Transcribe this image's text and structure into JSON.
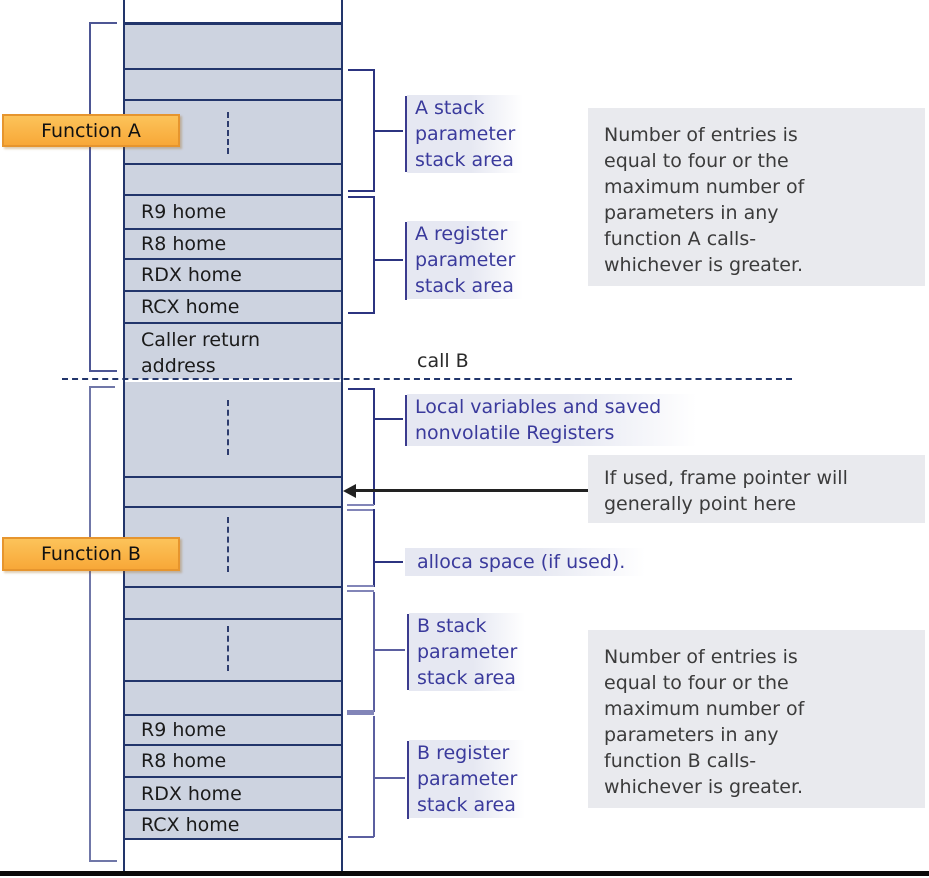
{
  "stack": {
    "register_rows": {
      "r9": "R9 home",
      "r8": "R8 home",
      "rdx": "RDX home",
      "rcx": "RCX home"
    },
    "caller_return_lines": [
      "Caller return",
      "address"
    ]
  },
  "function_labels": {
    "a": "Function A",
    "b": "Function B"
  },
  "call_label": "call B",
  "annotations": {
    "a_stack_area": [
      "A stack",
      "parameter",
      "stack area"
    ],
    "a_register_area": [
      "A register",
      "parameter",
      "stack area"
    ],
    "local_vars": [
      "Local variables and saved",
      "nonvolatile Registers"
    ],
    "alloca": "alloca space (if used).",
    "b_stack_area": [
      "B stack",
      "parameter",
      "stack area"
    ],
    "b_register_area": [
      "B register",
      "parameter",
      "stack area"
    ]
  },
  "notes": {
    "entries_a": [
      "Number of entries is",
      "equal to four or the",
      "maximum number of",
      "parameters in any",
      "function A calls-",
      "whichever is greater."
    ],
    "frame_pointer": [
      "If used, frame pointer will",
      "generally point here"
    ],
    "entries_b": [
      "Number of entries is",
      "equal to four or the",
      "maximum number of",
      "parameters in any",
      "function B calls-",
      "whichever is greater."
    ]
  },
  "colors": {
    "cell_fill": "#cdd3e0",
    "cell_border": "#22356b",
    "label_text": "#3a3a9c",
    "note_bg": "#e9eaee",
    "note_text": "#3b3b3b",
    "function_fill": "#fbb845",
    "function_border": "#e6952e",
    "bracket_navy": "#2c3480",
    "bracket_slate": "#5b5fa0",
    "arrow": "#222222"
  }
}
